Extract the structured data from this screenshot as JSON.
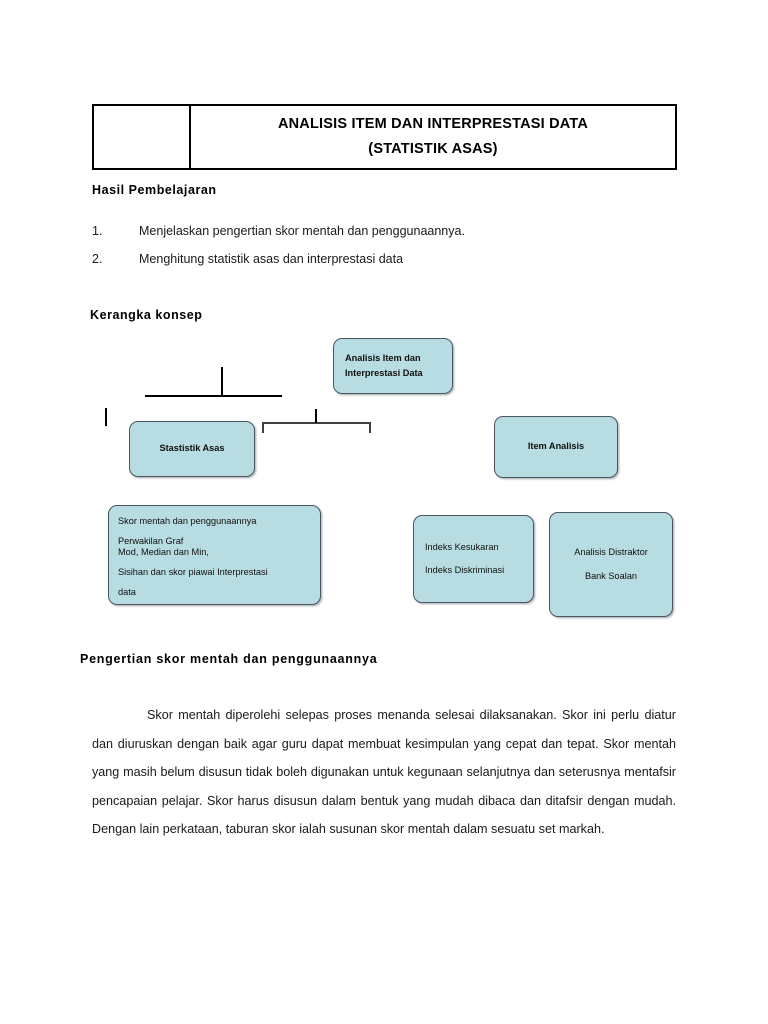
{
  "header": {
    "title_line_1": "ANALISIS ITEM DAN INTERPRESTASI DATA",
    "title_line_2": "(STATISTIK ASAS)"
  },
  "sections": {
    "hasil_pembelajaran_heading": "Hasil Pembelajaran",
    "kerangka_konsep_heading": "Kerangka konsep",
    "pengertian_heading": "Pengertian skor mentah dan penggunaannya"
  },
  "outcomes": [
    {
      "number": "1.",
      "text": "Menjelaskan pengertian skor mentah dan penggunaannya."
    },
    {
      "number": "2.",
      "text": "Menghitung statistik asas dan interprestasi data"
    }
  ],
  "diagram": {
    "accent_fill": "#b7dde2",
    "border_color": "#4a5560",
    "nodes": {
      "analisis_item": {
        "line_1": "Analisis Item dan",
        "line_2": "Interprestasi Data"
      },
      "stastistik_asas": {
        "line_1": "Stastistik Asas"
      },
      "item_analisis": {
        "line_1": "Item Analisis"
      },
      "skor_mentah": {
        "line_1": "Skor mentah dan penggunaannya",
        "line_2": "Perwakilan Graf",
        "line_3": "Mod, Median dan Min,",
        "line_4": "Sisihan dan skor piawai Interprestasi",
        "line_5": "data"
      },
      "indeks": {
        "line_1": "Indeks Kesukaran",
        "line_2": "Indeks Diskriminasi"
      },
      "distraktor": {
        "line_1": "Analisis Distraktor",
        "line_2": "Bank Soalan"
      }
    }
  },
  "body": {
    "paragraph": "Skor mentah diperolehi selepas proses menanda selesai dilaksanakan. Skor ini perlu diatur dan diuruskan dengan baik agar guru dapat membuat kesimpulan yang cepat dan tepat. Skor mentah yang masih belum disusun tidak boleh digunakan untuk kegunaan selanjutnya dan seterusnya mentafsir pencapaian pelajar. Skor harus disusun dalam bentuk yang mudah dibaca dan ditafsir dengan mudah. Dengan lain perkataan, taburan skor ialah susunan skor mentah dalam sesuatu set markah."
  }
}
